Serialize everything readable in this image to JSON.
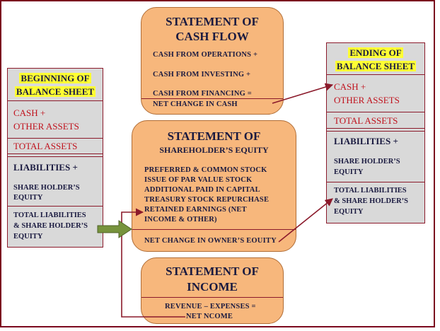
{
  "cash_flow": {
    "title_1": "STATEMENT OF",
    "title_2": "CASH FLOW",
    "lines": [
      "CASH FROM OPERATIONS +",
      "CASH FROM INVESTING +",
      "CASH FROM FINANCING =",
      "NET CHANGE IN CASH"
    ]
  },
  "equity": {
    "title_1": "STATEMENT OF",
    "title_2": "SHAREHOLDER’S EQUITY",
    "lines": [
      "PREFERRED & COMMON STOCK",
      "ISSUE OF PAR VALUE STOCK",
      "ADDITIONAL PAID IN CAPITAL",
      "TREASURY STOCK REPURCHASE",
      "RETAINED EARNINGS (NET",
      "INCOME & OTHER)"
    ],
    "net_change": "NET CHANGE IN OWNER’S EOUITY"
  },
  "income": {
    "title_1": "STATEMENT OF",
    "title_2": "INCOME",
    "line_1": "REVENUE – EXPENSES   =",
    "line_2": "NET NCOME"
  },
  "beginning": {
    "title_1": "BEGINNING OF",
    "title_2": "BALANCE SHEET",
    "cash_1": "CASH    +",
    "cash_2": "OTHER ASSETS",
    "total_assets": "TOTAL ASSETS",
    "liabilities": "LIABILITIES +",
    "equity_1": "SHARE HOLDER’S",
    "equity_2": "EQUITY",
    "total_1": "TOTAL LIABILITIES",
    "total_2": "& SHARE HOLDER’S",
    "total_3": "EQUITY"
  },
  "ending": {
    "title_1": "ENDING OF",
    "title_2": "BALANCE SHEET",
    "cash_1": "CASH    +",
    "cash_2": "OTHER ASSETS",
    "total_assets": "TOTAL ASSETS",
    "liabilities": "LIABILITIES +",
    "equity_1": "SHARE HOLDER’S",
    "equity_2": "EQUITY",
    "total_1": "TOTAL LIABILITIES",
    "total_2": "& SHARE HOLDER’S",
    "total_3": "EQUITY"
  },
  "colors": {
    "frame": "#7b0a1e",
    "box_fill_orange": "#f7b77c",
    "box_fill_gray": "#d9d9d9",
    "highlight": "#ffff33",
    "arrow": "#8b1a2b",
    "green_arrow": "#77933c",
    "red_text": "#c0121d",
    "navy_text": "#1a1a40"
  }
}
